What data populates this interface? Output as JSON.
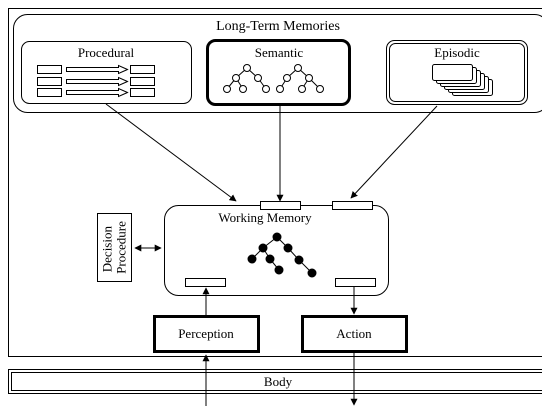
{
  "title": "Long-Term Memories",
  "modules": {
    "procedural": "Procedural",
    "semantic": "Semantic",
    "episodic": "Episodic"
  },
  "working_memory": "Working Memory",
  "decision_procedure": [
    "Decision",
    "Procedure"
  ],
  "perception": "Perception",
  "action": "Action",
  "body": "Body"
}
